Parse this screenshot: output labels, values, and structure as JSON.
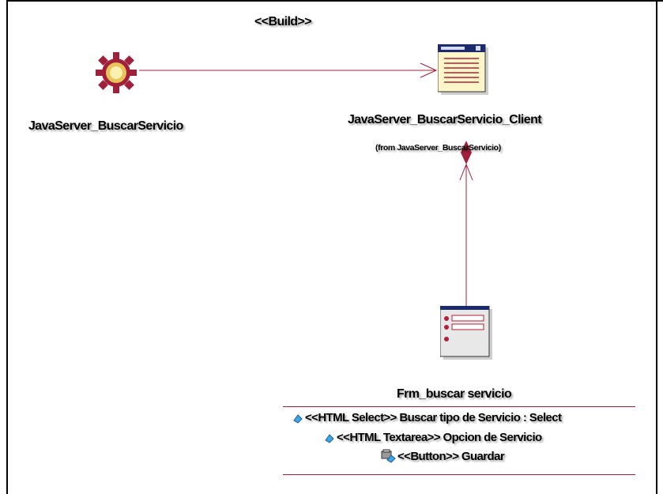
{
  "diagram": {
    "stereotype": "<<Build>>",
    "nodes": {
      "server": {
        "name": "JavaServer_BuscarServicio",
        "icon": "server-page-gear-icon"
      },
      "client": {
        "name": "JavaServer_BuscarServicio_Client",
        "origin": "(from JavaServer_BuscarServicio)",
        "icon": "client-page-icon"
      },
      "form": {
        "name": "Frm_buscar servicio",
        "icon": "html-form-icon",
        "attributes": [
          {
            "text": "<<HTML Select>> Buscar tipo de Servicio : Select",
            "icon": "attribute-diamond-icon"
          },
          {
            "text": "<<HTML Textarea>> Opcion de Servicio",
            "icon": "attribute-diamond-icon"
          },
          {
            "text": "<<Button>> Guardar",
            "icon": "button-attribute-icon"
          }
        ]
      }
    },
    "colors": {
      "line": "#a0203a",
      "gear_fill": "#a0203a",
      "page_fill": "#fdf6c8",
      "page_header": "#1a2a6a"
    }
  }
}
